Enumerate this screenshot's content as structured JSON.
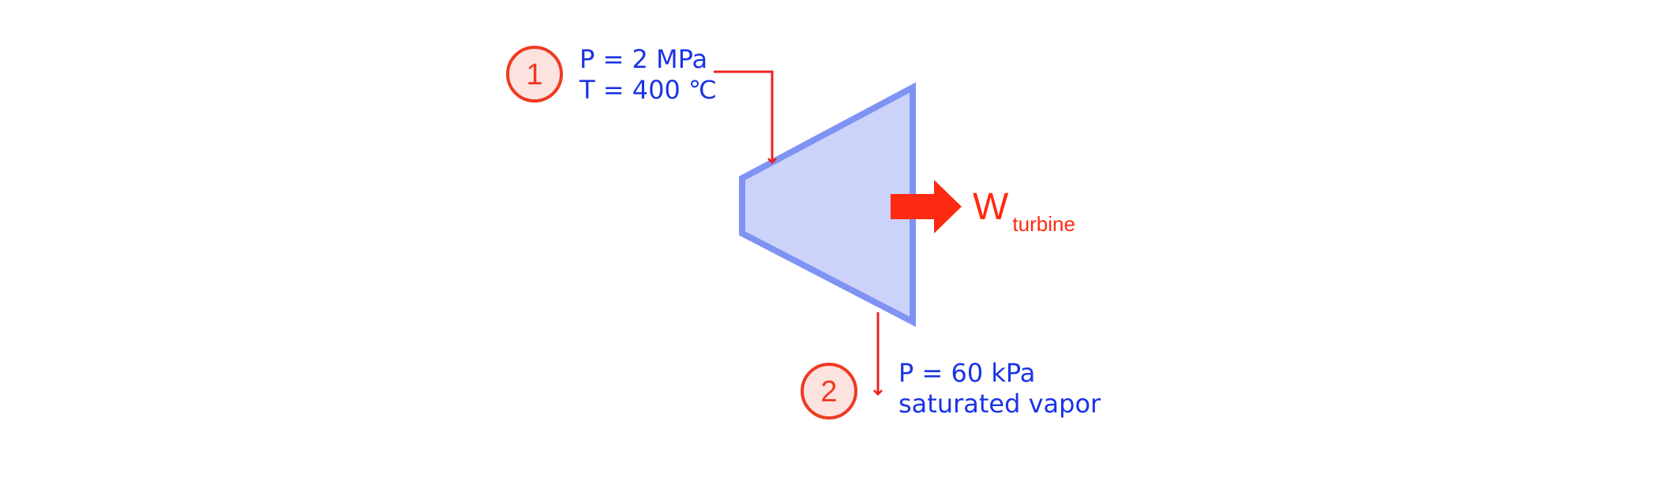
{
  "state1": {
    "number": "1",
    "pressure": "P = 2 MPa",
    "temperature": "T = 400 ℃"
  },
  "state2": {
    "number": "2",
    "pressure": "P = 60 kPa",
    "condition": "saturated vapor"
  },
  "work": {
    "symbol": "W",
    "subscript": "turbine"
  },
  "colors": {
    "turbine_fill": "#cbd3fb",
    "turbine_stroke": "#7f93f2",
    "flow_arrow": "#ee2222",
    "work_arrow": "#ff2a12",
    "state_circle_fill": "#fde3df",
    "state_circle_stroke": "#ef3a22",
    "state_text": "#1a33e6",
    "work_text": "#ff2a12"
  }
}
